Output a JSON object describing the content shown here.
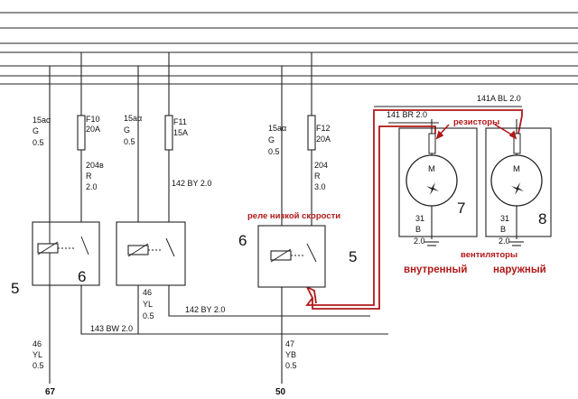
{
  "labels": {
    "r1_a": "15aα",
    "r1_b": "G",
    "r1_c": "0.5",
    "f10": "F10",
    "f10_amp": "20A",
    "w204s": "204в",
    "w204s_r": "R",
    "w204s_sz": "2.0",
    "r2_a": "15aα",
    "r2_b": "G",
    "r2_c": "0.5",
    "f11": "F11",
    "f11_amp": "15A",
    "w142_top": "142 BY 2.0",
    "r3_a": "15aα",
    "r3_b": "G",
    "r3_c": "0.5",
    "f12": "F12",
    "f12_amp": "20A",
    "w204": "204",
    "w204_r": "R",
    "w204_sz": "3.0",
    "w141br": "141 BR 2.0",
    "w141abl": "141A BL 2.0",
    "motor_m": "M",
    "m7_a": "31",
    "m7_b": "B",
    "m7_c": "2.0",
    "m8_a": "31",
    "m8_b": "B",
    "m8_c": "2.0",
    "w46_a": "46",
    "w46_b": "YL",
    "w46_c": "0.5",
    "w142_bottom": "142 BY 2.0",
    "w143": "143 BW 2.0",
    "w46b_a": "46",
    "w46b_b": "YL",
    "w46b_c": "0.5",
    "w47_a": "47",
    "w47_b": "YB",
    "w47_c": "0.5",
    "bus67": "67",
    "bus50": "50",
    "n5a": "5",
    "n6a": "6",
    "n6b": "6",
    "n5b": "5",
    "n7": "7",
    "n8": "8"
  },
  "notes": {
    "low_speed_relay": "реле низкой скорости",
    "resistors": "резисторы",
    "fans": "вентиляторы",
    "inner": "внутренный",
    "outer": "наружный"
  },
  "colors": {
    "annotation": "#b01818",
    "wire": "#222222",
    "background": "#ffffff"
  }
}
